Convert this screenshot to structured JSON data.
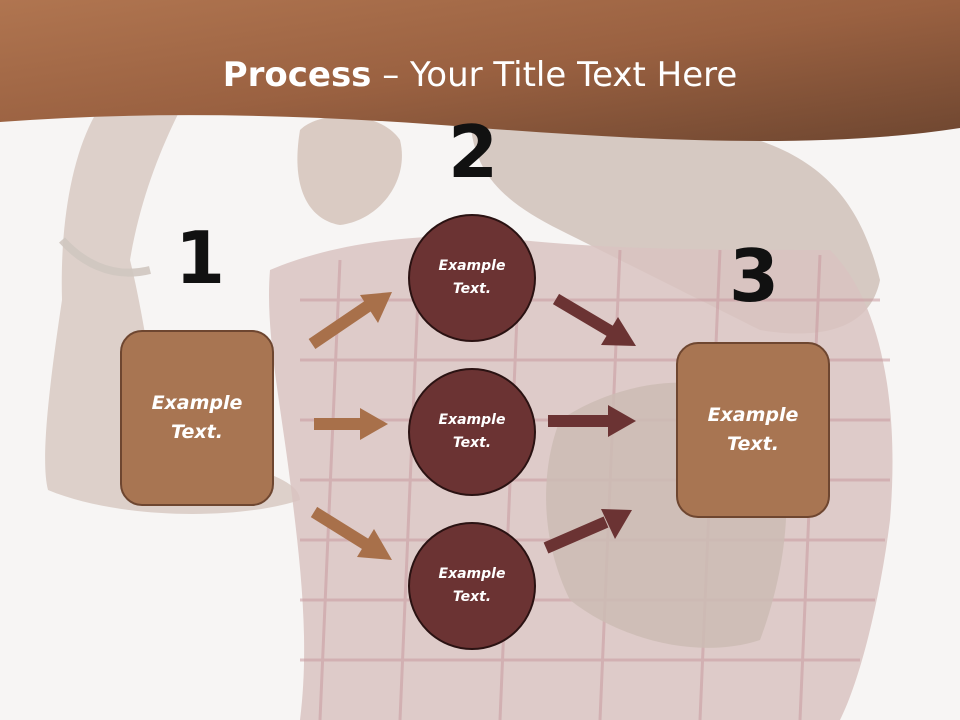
{
  "title": {
    "bold": "Process",
    "rest": " – Your Title Text Here"
  },
  "steps": [
    "1",
    "2",
    "3"
  ],
  "left_box": {
    "text": "Example\nText."
  },
  "circles": [
    {
      "text": "Example\nText."
    },
    {
      "text": "Example\nText."
    },
    {
      "text": "Example\nText."
    }
  ],
  "right_box": {
    "text": "Example\nText."
  },
  "colors": {
    "header": "#9a6040",
    "box_fill": "#a87552",
    "circle_fill": "#6b3333",
    "arrow_in": "#a8704a",
    "arrow_out": "#6b3333"
  }
}
